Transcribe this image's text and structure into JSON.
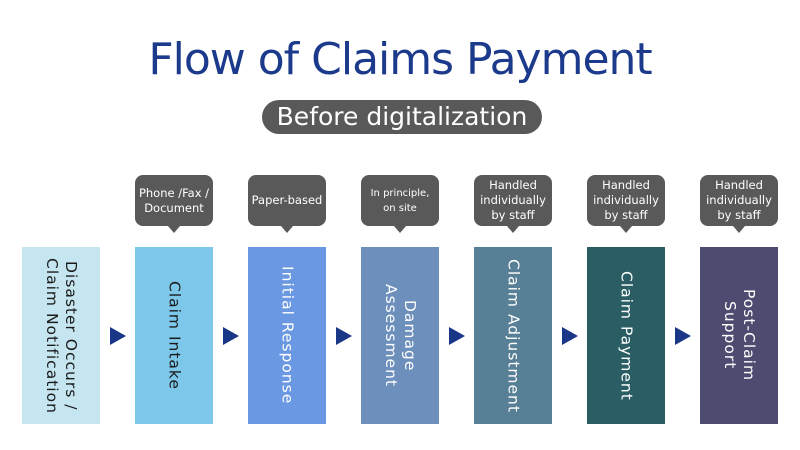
{
  "title": "Flow of Claims Payment",
  "subtitle": "Before digitalization",
  "steps": [
    {
      "label": "Disaster Occurs /\nClaim Notification",
      "note": null,
      "color": "#c5e6f0",
      "text_color": "#1a1a1a"
    },
    {
      "label": "Claim Intake",
      "note": "Phone /Fax /\nDocument",
      "color": "#7dc8ea",
      "text_color": "#1a1a1a"
    },
    {
      "label": "Initial Response",
      "note": "Paper-based",
      "color": "#6a98e2",
      "text_color": "#ffffff"
    },
    {
      "label": "Damage\nAssessment",
      "note": "In principle,\non site",
      "color": "#6c8fbb",
      "text_color": "#ffffff"
    },
    {
      "label": "Claim Adjustment",
      "note": "Handled\nindividually\nby staff",
      "color": "#577f95",
      "text_color": "#ffffff"
    },
    {
      "label": "Claim Payment",
      "note": "Handled\nindividually\nby staff",
      "color": "#2b5e64",
      "text_color": "#ffffff"
    },
    {
      "label": "Post-Claim\nSupport",
      "note": "Handled\nindividually\nby staff",
      "color": "#4d4c70",
      "text_color": "#ffffff"
    }
  ]
}
